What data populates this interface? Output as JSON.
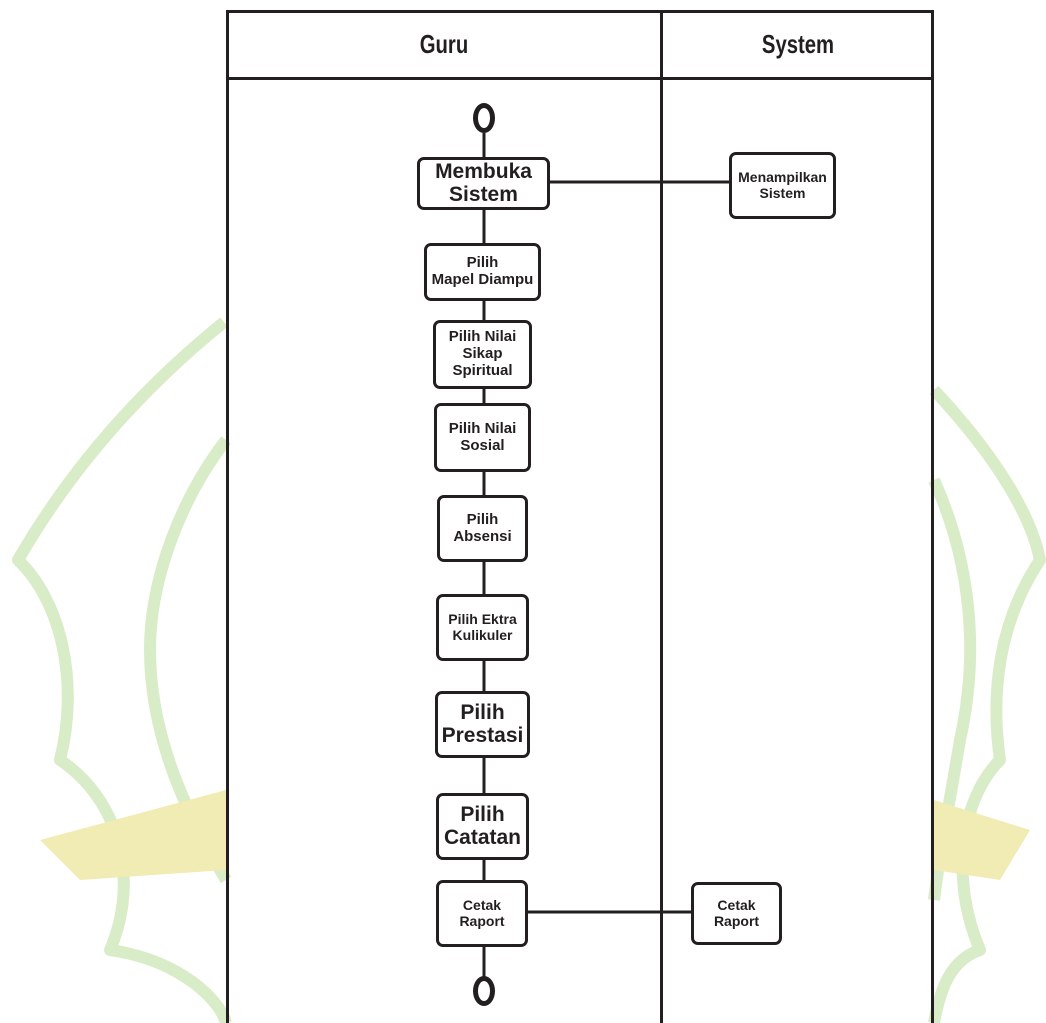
{
  "lanes": {
    "guru": "Guru",
    "system": "System"
  },
  "nodes": {
    "membuka_sistem": "Membuka\nSistem",
    "menampilkan_sistem": "Menampilkan\nSistem",
    "pilih_mapel": "Pilih\nMapel Diampu",
    "pilih_nilai_spiritual": "Pilih Nilai\nSikap\nSpiritual",
    "pilih_nilai_sosial": "Pilih Nilai\nSosial",
    "pilih_absensi": "Pilih\nAbsensi",
    "pilih_ektra": "Pilih Ektra\nKulikuler",
    "pilih_prestasi": "Pilih\nPrestasi",
    "pilih_catatan": "Pilih\nCatatan",
    "cetak_raport_guru": "Cetak\nRaport",
    "cetak_raport_system": "Cetak\nRaport"
  },
  "colors": {
    "line": "#231f20",
    "watermark_green": "#d9ecc8",
    "watermark_yellow": "#f1ebb4"
  }
}
